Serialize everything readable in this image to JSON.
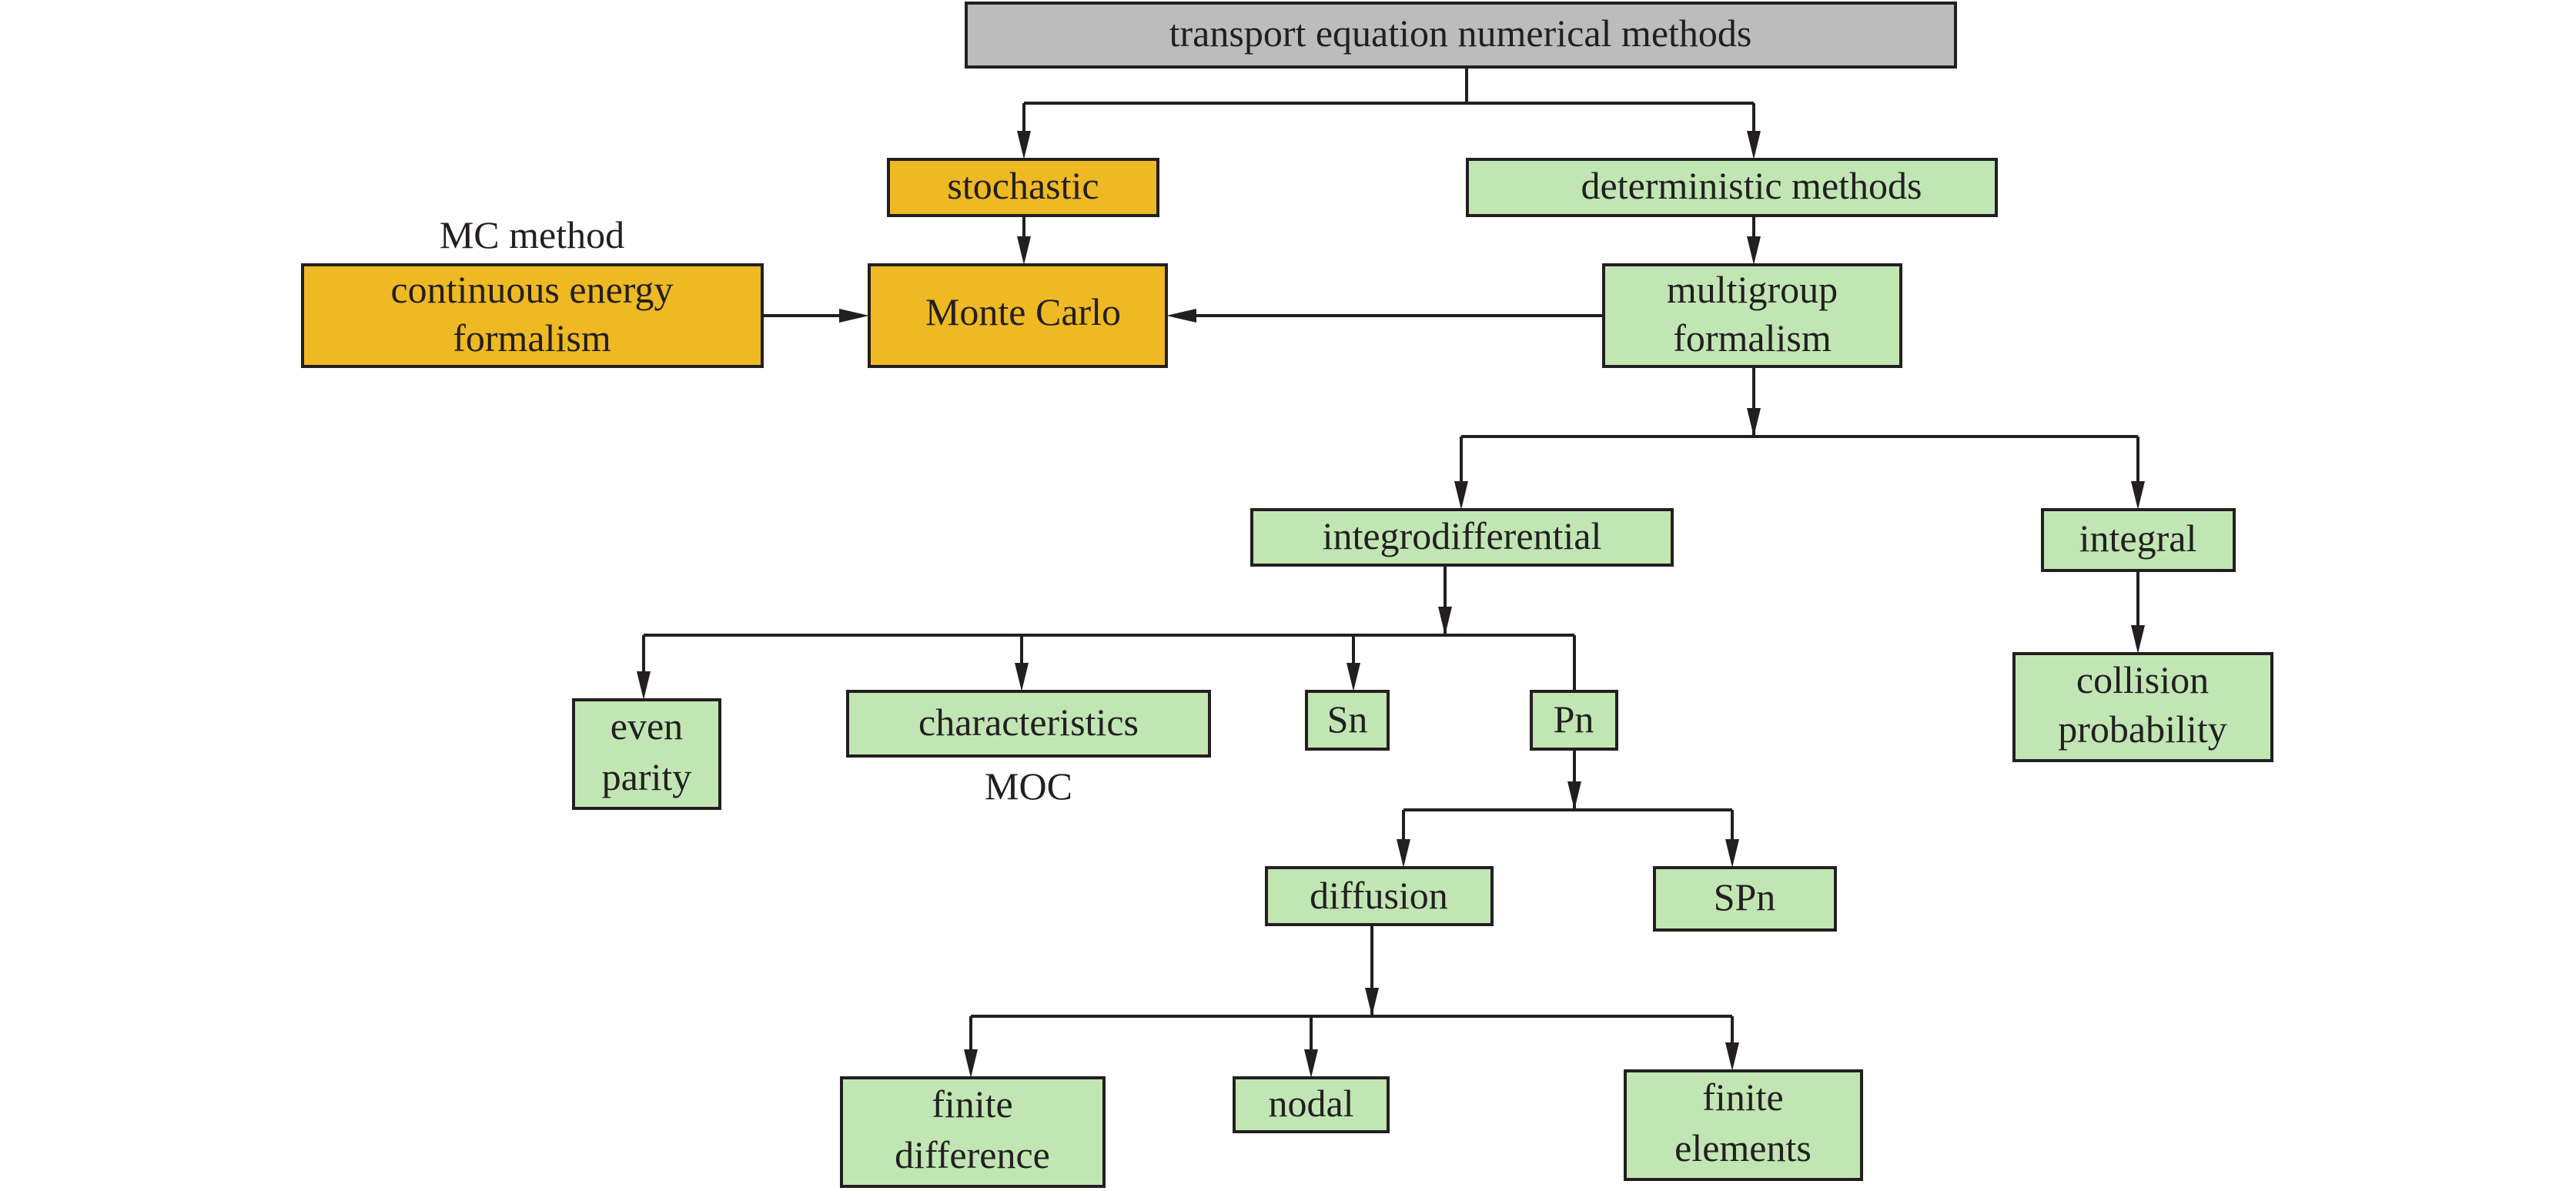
{
  "title": "transport equation numerical methods",
  "colors": {
    "root": "#bcbcbc",
    "stochastic": "#eeb923",
    "deterministic": "#c1e6b4",
    "stroke": "#231f20"
  },
  "nodes": {
    "root": {
      "lines": [
        "transport equation numerical methods"
      ]
    },
    "stochastic": {
      "lines": [
        "stochastic"
      ]
    },
    "deterministic": {
      "lines": [
        "deterministic methods"
      ]
    },
    "continuous": {
      "lines": [
        "continuous energy",
        "formalism"
      ]
    },
    "montecarlo": {
      "lines": [
        "Monte Carlo"
      ]
    },
    "multigroup": {
      "lines": [
        "multigroup",
        "formalism"
      ]
    },
    "integrodifferential": {
      "lines": [
        "integrodifferential"
      ]
    },
    "integral": {
      "lines": [
        "integral"
      ]
    },
    "collision": {
      "lines": [
        "collision",
        "probability"
      ]
    },
    "evenparity": {
      "lines": [
        "even",
        "parity"
      ]
    },
    "characteristics": {
      "lines": [
        "characteristics"
      ]
    },
    "sn": {
      "lines": [
        "Sn"
      ]
    },
    "pn": {
      "lines": [
        "Pn"
      ]
    },
    "diffusion": {
      "lines": [
        "diffusion"
      ]
    },
    "spn": {
      "lines": [
        "SPn"
      ]
    },
    "finitedifference": {
      "lines": [
        "finite",
        "difference"
      ]
    },
    "nodal": {
      "lines": [
        "nodal"
      ]
    },
    "finiteelements": {
      "lines": [
        "finite",
        "elements"
      ]
    }
  },
  "annotations": {
    "mc_method": "MC method",
    "moc": "MOC"
  },
  "edges": [
    [
      "root",
      "stochastic"
    ],
    [
      "root",
      "deterministic"
    ],
    [
      "stochastic",
      "montecarlo"
    ],
    [
      "deterministic",
      "multigroup"
    ],
    [
      "continuous",
      "montecarlo"
    ],
    [
      "multigroup",
      "montecarlo"
    ],
    [
      "multigroup",
      "integrodifferential"
    ],
    [
      "multigroup",
      "integral"
    ],
    [
      "integral",
      "collision"
    ],
    [
      "integrodifferential",
      "evenparity"
    ],
    [
      "integrodifferential",
      "characteristics"
    ],
    [
      "integrodifferential",
      "sn"
    ],
    [
      "integrodifferential",
      "pn"
    ],
    [
      "pn",
      "diffusion"
    ],
    [
      "pn",
      "spn"
    ],
    [
      "diffusion",
      "finitedifference"
    ],
    [
      "diffusion",
      "nodal"
    ],
    [
      "diffusion",
      "finiteelements"
    ]
  ]
}
